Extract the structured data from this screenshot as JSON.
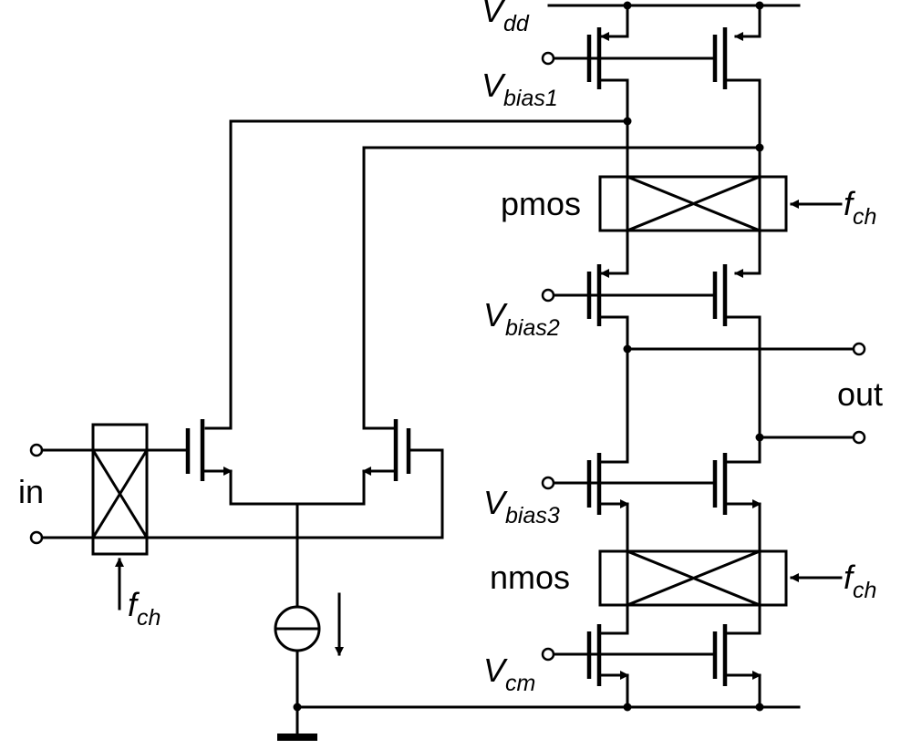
{
  "labels": {
    "vdd": "V",
    "vdd_sub": "dd",
    "vbias1": "V",
    "vbias1_sub": "bias1",
    "vbias2": "V",
    "vbias2_sub": "bias2",
    "vbias3": "V",
    "vbias3_sub": "bias3",
    "vcm": "V",
    "vcm_sub": "cm",
    "pmos": "pmos",
    "nmos": "nmos",
    "out": "out",
    "in": "in",
    "fch_f": "f",
    "fch_sub": "ch"
  }
}
